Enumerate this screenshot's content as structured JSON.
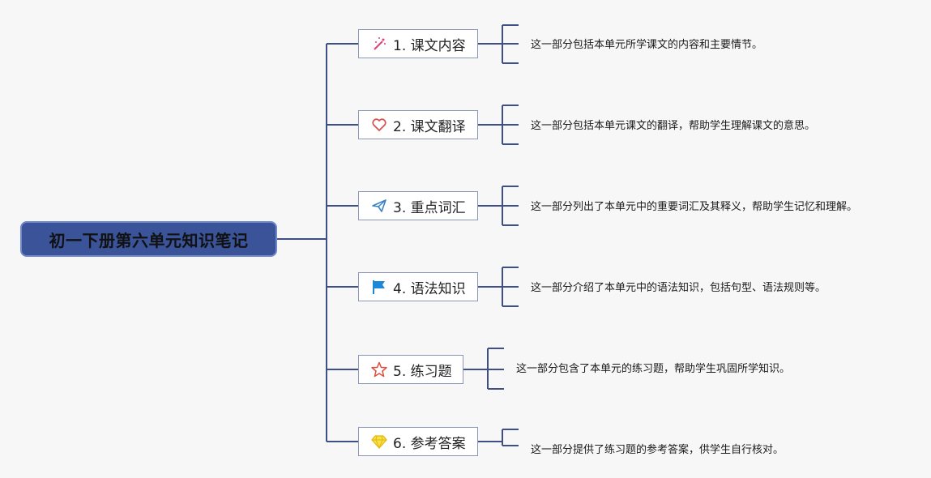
{
  "root": {
    "label": "初一下册第六单元知识笔记"
  },
  "branches": [
    {
      "label": "1. 课文内容",
      "icon": "magic-wand-icon",
      "desc": "这一部分包括本单元所学课文的内容和主要情节。"
    },
    {
      "label": "2. 课文翻译",
      "icon": "heart-icon",
      "desc": "这一部分包括本单元课文的翻译，帮助学生理解课文的意思。"
    },
    {
      "label": "3. 重点词汇",
      "icon": "paper-plane-icon",
      "desc": "这一部分列出了本单元中的重要词汇及其释义，帮助学生记忆和理解。"
    },
    {
      "label": "4. 语法知识",
      "icon": "flag-icon",
      "desc": "这一部分介绍了本单元中的语法知识，包括句型、语法规则等。"
    },
    {
      "label": "5. 练习题",
      "icon": "star-icon",
      "desc": "这一部分包含了本单元的练习题，帮助学生巩固所学知识。"
    },
    {
      "label": "6. 参考答案",
      "icon": "diamond-icon",
      "desc": "这一部分提供了练习题的参考答案，供学生自行核对。"
    }
  ],
  "colors": {
    "root_fill": "#3a5399",
    "line": "#3d4f86",
    "heart": "#d9534f",
    "plane": "#3b82c4",
    "flag": "#1e88d8",
    "star": "#e04b3c",
    "diamond": "#f2d21b",
    "wand": "#e0407a"
  }
}
